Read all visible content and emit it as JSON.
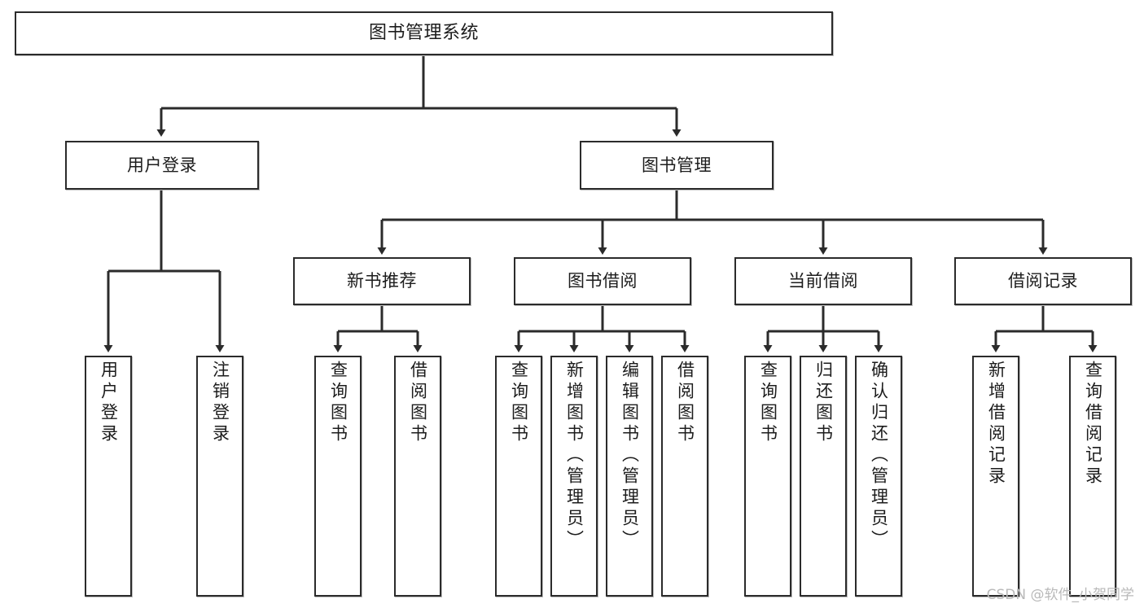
{
  "diagram": {
    "title": "图书管理系统",
    "watermark": "CSDN @软件_小贺同学",
    "stroke_color": "#2b2b2b",
    "background_color": "#ffffff",
    "text_color": "#1c1c1c",
    "nodes": {
      "root": {
        "label": "图书管理系统"
      },
      "level2": [
        {
          "label": "用户登录"
        },
        {
          "label": "图书管理"
        }
      ],
      "level3": [
        {
          "label": "新书推荐"
        },
        {
          "label": "图书借阅"
        },
        {
          "label": "当前借阅"
        },
        {
          "label": "借阅记录"
        }
      ],
      "leaves": [
        {
          "label": "用户登录",
          "parent": "用户登录"
        },
        {
          "label": "注销登录",
          "parent": "用户登录"
        },
        {
          "label": "查询图书",
          "parent": "新书推荐"
        },
        {
          "label": "借阅图书",
          "parent": "新书推荐"
        },
        {
          "label": "查询图书",
          "parent": "图书借阅"
        },
        {
          "label": "新增图书（管理员）",
          "parent": "图书借阅"
        },
        {
          "label": "编辑图书（管理员）",
          "parent": "图书借阅"
        },
        {
          "label": "借阅图书",
          "parent": "图书借阅"
        },
        {
          "label": "查询图书",
          "parent": "当前借阅"
        },
        {
          "label": "归还图书",
          "parent": "当前借阅"
        },
        {
          "label": "确认归还（管理员）",
          "parent": "当前借阅"
        },
        {
          "label": "新增借阅记录",
          "parent": "借阅记录"
        },
        {
          "label": "查询借阅记录",
          "parent": "借阅记录"
        }
      ]
    }
  }
}
